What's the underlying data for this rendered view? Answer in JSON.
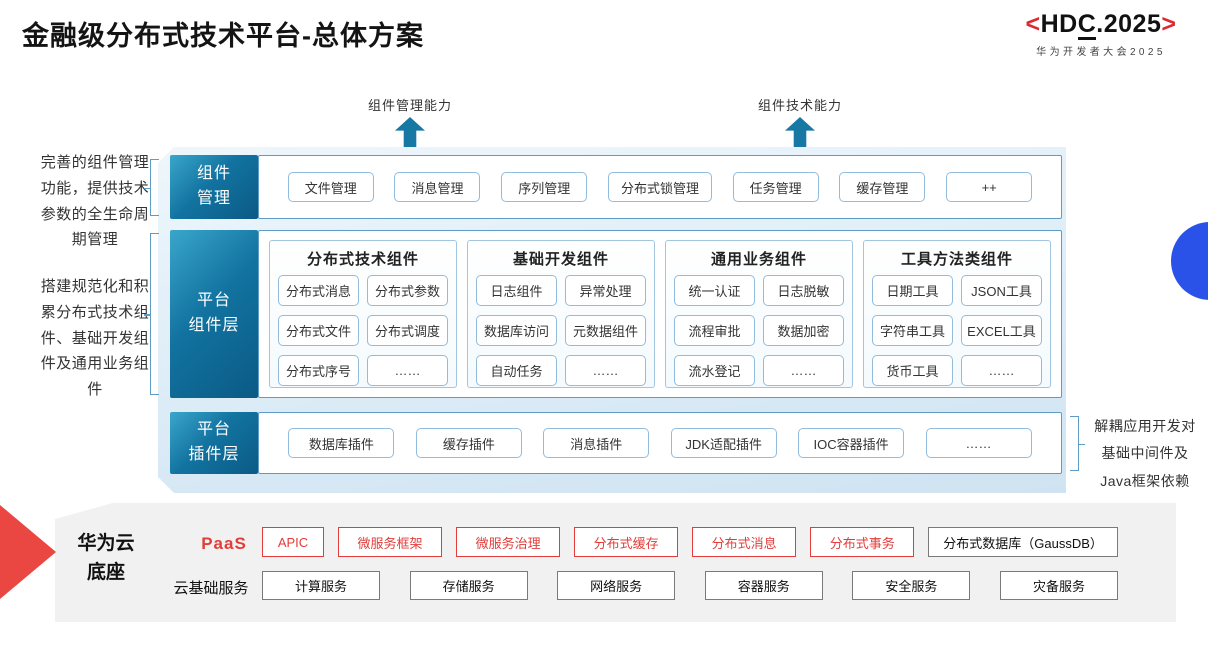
{
  "title": "金融级分布式技术平台-总体方案",
  "logo": {
    "left_bracket": "<",
    "hd": "HD",
    "c": "C",
    "rest": ".2025",
    "right_bracket": ">",
    "subtitle": "华为开发者大会2025"
  },
  "arrows": [
    {
      "label": "组件管理能力"
    },
    {
      "label": "组件技术能力"
    }
  ],
  "left_notes": [
    "完善的组件管理功能，提供技术参数的全生命周期管理",
    "搭建规范化和积累分布式技术组件、基础开发组件及通用业务组件"
  ],
  "right_note": "解耦应用开发对基础中间件及Java框架依赖",
  "rows": {
    "component_mgmt": {
      "label_lines": [
        "组件",
        "管理"
      ],
      "items": [
        "文件管理",
        "消息管理",
        "序列管理",
        "分布式锁管理",
        "任务管理",
        "缓存管理",
        "++"
      ]
    },
    "platform_components": {
      "label_lines": [
        "平台",
        "组件层"
      ],
      "columns": [
        {
          "title": "分布式技术组件",
          "items": [
            "分布式消息",
            "分布式参数",
            "分布式文件",
            "分布式调度",
            "分布式序号",
            "……"
          ]
        },
        {
          "title": "基础开发组件",
          "items": [
            "日志组件",
            "异常处理",
            "数据库访问",
            "元数据组件",
            "自动任务",
            "……"
          ]
        },
        {
          "title": "通用业务组件",
          "items": [
            "统一认证",
            "日志脱敏",
            "流程审批",
            "数据加密",
            "流水登记",
            "……"
          ]
        },
        {
          "title": "工具方法类组件",
          "items": [
            "日期工具",
            "JSON工具",
            "字符串工具",
            "EXCEL工具",
            "货币工具",
            "……"
          ]
        }
      ]
    },
    "platform_plugins": {
      "label_lines": [
        "平台",
        "插件层"
      ],
      "items": [
        "数据库插件",
        "缓存插件",
        "消息插件",
        "JDK适配插件",
        "IOC容器插件",
        "……"
      ]
    }
  },
  "foundation": {
    "label_lines": [
      "华为云",
      "底座"
    ],
    "paas_label": "PaaS",
    "paas_items": [
      "APIC",
      "微服务框架",
      "微服务治理",
      "分布式缓存",
      "分布式消息",
      "分布式事务"
    ],
    "paas_item_plain": "分布式数据库（GaussDB）",
    "cloud_label": "云基础服务",
    "cloud_items": [
      "计算服务",
      "存储服务",
      "网络服务",
      "容器服务",
      "安全服务",
      "灾备服务"
    ]
  },
  "colors": {
    "accent_teal": "#1778a4",
    "layer_gradient_start": "#3aa6cb",
    "layer_gradient_end": "#0b5a85",
    "brand_red": "#dd2a30",
    "paas_red": "#e23d3a",
    "circle_blue": "#2b52e8"
  }
}
